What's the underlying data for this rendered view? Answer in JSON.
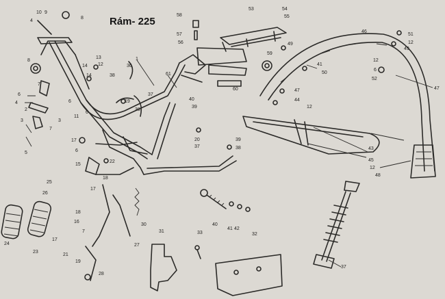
{
  "title": "Rám- 225",
  "parts": [
    {
      "n": "1"
    },
    {
      "n": "2"
    },
    {
      "n": "3"
    },
    {
      "n": "4"
    },
    {
      "n": "5"
    },
    {
      "n": "6"
    },
    {
      "n": "7"
    },
    {
      "n": "8"
    },
    {
      "n": "9"
    },
    {
      "n": "10"
    },
    {
      "n": "11"
    },
    {
      "n": "12"
    },
    {
      "n": "13"
    },
    {
      "n": "14"
    },
    {
      "n": "15"
    },
    {
      "n": "16"
    },
    {
      "n": "17"
    },
    {
      "n": "18"
    },
    {
      "n": "19"
    },
    {
      "n": "20"
    },
    {
      "n": "21"
    },
    {
      "n": "22"
    },
    {
      "n": "23"
    },
    {
      "n": "24"
    },
    {
      "n": "25"
    },
    {
      "n": "26"
    },
    {
      "n": "27"
    },
    {
      "n": "28"
    },
    {
      "n": "30"
    },
    {
      "n": "31"
    },
    {
      "n": "32"
    },
    {
      "n": "33"
    },
    {
      "n": "34"
    },
    {
      "n": "35"
    },
    {
      "n": "36"
    },
    {
      "n": "37"
    },
    {
      "n": "38"
    },
    {
      "n": "39"
    },
    {
      "n": "40"
    },
    {
      "n": "41"
    },
    {
      "n": "42"
    },
    {
      "n": "43"
    },
    {
      "n": "44"
    },
    {
      "n": "45"
    },
    {
      "n": "46"
    },
    {
      "n": "47"
    },
    {
      "n": "48"
    },
    {
      "n": "49"
    },
    {
      "n": "50"
    },
    {
      "n": "51"
    },
    {
      "n": "52"
    },
    {
      "n": "53"
    },
    {
      "n": "54"
    },
    {
      "n": "55"
    },
    {
      "n": "56"
    },
    {
      "n": "57"
    },
    {
      "n": "58"
    },
    {
      "n": "59"
    },
    {
      "n": "60"
    },
    {
      "n": "61"
    }
  ]
}
